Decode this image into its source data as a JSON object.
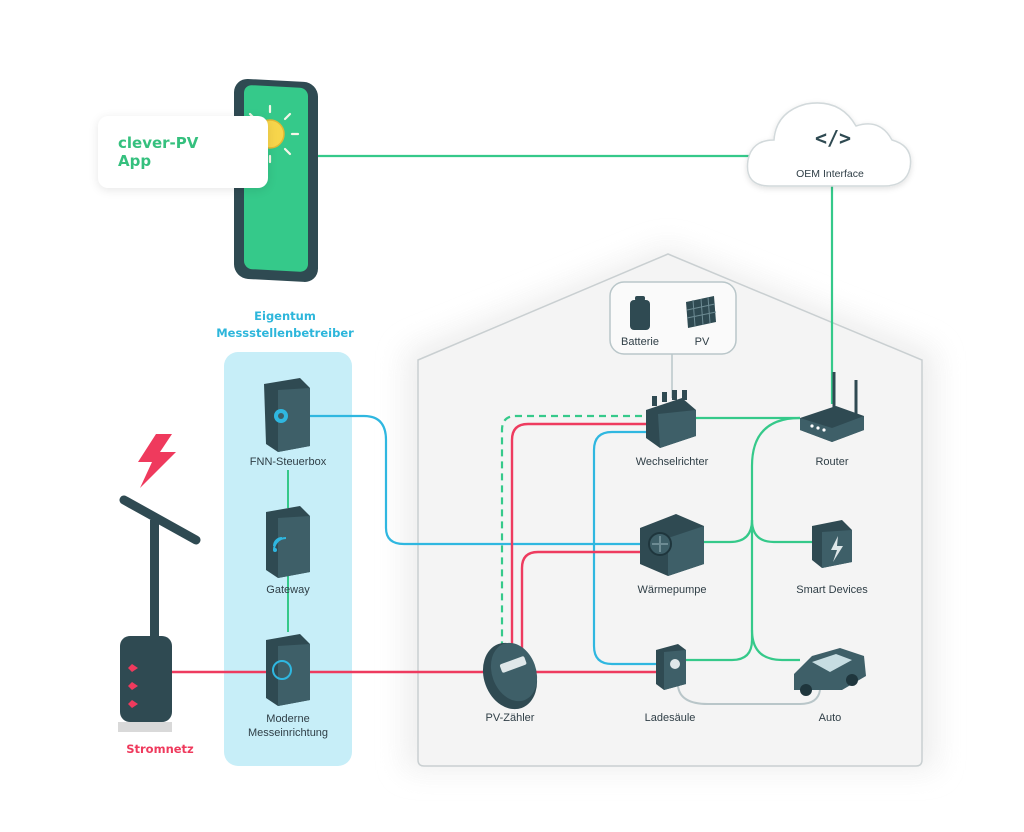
{
  "app": {
    "line1": "clever-PV",
    "line2": "App"
  },
  "cloud": {
    "label": "OEM Interface",
    "code_glyph": "</>"
  },
  "owner": {
    "line1": "Eigentum",
    "line2": "Messstellenbetreiber"
  },
  "grid": {
    "label": "Stromnetz"
  },
  "devices": {
    "fnn": "FNN-Steuerbox",
    "gateway": "Gateway",
    "meter_line1": "Moderne",
    "meter_line2": "Messeinrichtung",
    "battery": "Batterie",
    "pv": "PV",
    "inverter": "Wechselrichter",
    "router": "Router",
    "heatpump": "Wärmepumpe",
    "smart": "Smart Devices",
    "pvmeter": "PV-Zähler",
    "charger": "Ladesäule",
    "car": "Auto"
  },
  "colors": {
    "green": "#35c98a",
    "red": "#ee3b5f",
    "blue": "#2fb7e0",
    "gray_line": "#b9c6c9",
    "device_dark": "#2f4a52",
    "device_light": "#3e5f68",
    "house_fill": "#f3f3f3",
    "owner_fill": "#c7eef8"
  }
}
